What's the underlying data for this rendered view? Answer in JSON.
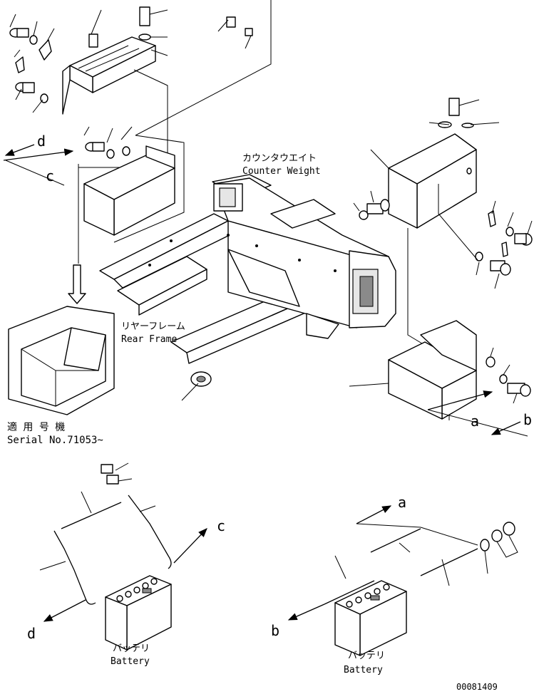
{
  "labels": {
    "counter_weight_jp": "カウンタウエイト",
    "counter_weight_en": "Counter Weight",
    "rear_frame_jp": "リヤーフレーム",
    "rear_frame_en": "Rear Frame",
    "serial_jp": "適 用 号 機",
    "serial_en": "Serial No.71053~",
    "battery_left_jp": "バッテリ",
    "battery_left_en": "Battery",
    "battery_right_jp": "バッテリ",
    "battery_right_en": "Battery",
    "drawing_number": "00081409"
  },
  "cable_refs": {
    "a_top": "a",
    "b_top": "b",
    "c_top": "c",
    "d_top": "d",
    "c_bottom": "c",
    "d_bottom": "d",
    "a_bottom": "a",
    "b_bottom": "b"
  }
}
